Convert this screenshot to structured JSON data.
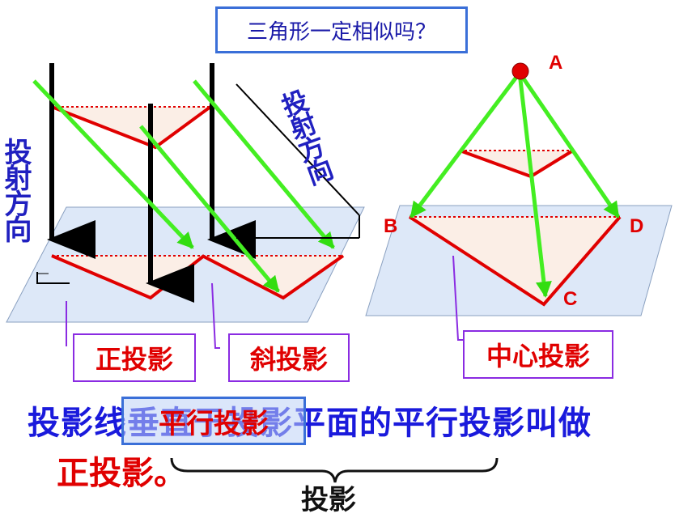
{
  "title": "三角形一定相似吗？",
  "projection_direction": "投射方向",
  "labels": {
    "orthographic": "正投影",
    "oblique": "斜投影",
    "central": "中心投影"
  },
  "points": {
    "a": "A",
    "b": "B",
    "c": "C",
    "d": "D"
  },
  "statement": {
    "line1": "投影线垂直于投影平面的平行投影叫做",
    "line2": "正投影。",
    "overlay": "平行投影"
  },
  "brace_label": "投影",
  "colors": {
    "plane_fill": "#dde8f8",
    "triangle_edge": "#e00000",
    "ray_green": "#44ee22",
    "ray_black": "#000000",
    "text_blue": "#1a1adc",
    "label_red": "#e00000",
    "box_border": "#8a2be2"
  }
}
